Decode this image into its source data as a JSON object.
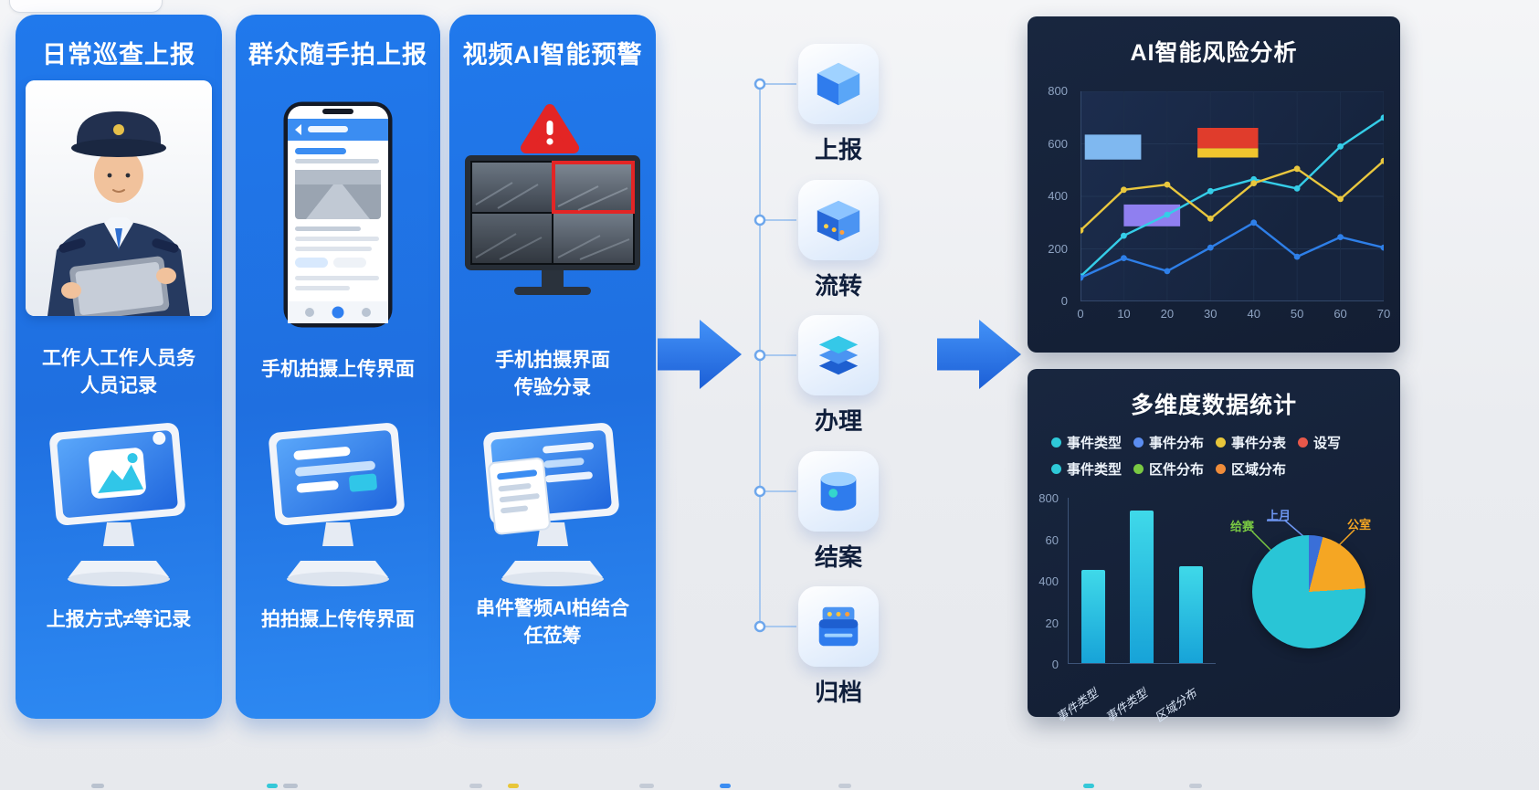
{
  "cards": [
    {
      "title": "日常巡查上报",
      "caption_mid": [
        "工作人工作人员务",
        "人员记录"
      ],
      "caption_bottom": [
        "上报方式≠等记录"
      ]
    },
    {
      "title": "群众随手拍上报",
      "caption_mid": [
        "手机拍摄上传界面"
      ],
      "caption_bottom": [
        "拍拍摄上传传界面"
      ]
    },
    {
      "title": "视频AI智能预警",
      "caption_mid": [
        "手机拍摄界面",
        "传验分录"
      ],
      "caption_bottom": [
        "串件警频AI柏结合",
        "任莅筹"
      ]
    }
  ],
  "flow_steps": [
    {
      "label": "上报",
      "icon": "cube-icon"
    },
    {
      "label": "流转",
      "icon": "package-icon"
    },
    {
      "label": "办理",
      "icon": "layers-icon"
    },
    {
      "label": "结案",
      "icon": "database-icon"
    },
    {
      "label": "归档",
      "icon": "archive-icon"
    }
  ],
  "risk_panel": {
    "title": "AI智能风险分析"
  },
  "stats_panel": {
    "title": "多维度数据统计",
    "legend_rows": [
      [
        {
          "label": "事件类型",
          "color": "#2ec9d8"
        },
        {
          "label": "事件分布",
          "color": "#5b8df0"
        },
        {
          "label": "事件分表",
          "color": "#e8c63a"
        },
        {
          "label": "设写",
          "color": "#e8584a"
        }
      ],
      [
        {
          "label": "事件类型",
          "color": "#2ec9d8"
        },
        {
          "label": "区件分布",
          "color": "#7ac943"
        },
        {
          "label": "区域分布",
          "color": "#f08c3a"
        }
      ]
    ]
  },
  "chart_data": [
    {
      "type": "line",
      "title": "AI智能风险分析",
      "x": [
        0,
        10,
        20,
        30,
        40,
        50,
        60,
        70
      ],
      "xticks": [
        0,
        10,
        20,
        30,
        40,
        50,
        60,
        70
      ],
      "yticks": [
        0,
        200,
        400,
        600,
        800
      ],
      "xlim": [
        0,
        70
      ],
      "ylim": [
        0,
        800
      ],
      "grid": true,
      "legend_position": "none",
      "series": [
        {
          "name": "series-cyan",
          "color": "#35cde8",
          "values": [
            95,
            250,
            330,
            420,
            465,
            430,
            590,
            700
          ]
        },
        {
          "name": "series-yellow",
          "color": "#e9c73e",
          "values": [
            270,
            425,
            445,
            315,
            450,
            505,
            390,
            535
          ]
        },
        {
          "name": "series-blue",
          "color": "#2e7fe8",
          "values": [
            90,
            165,
            115,
            205,
            300,
            170,
            245,
            205
          ]
        }
      ],
      "highlight_blocks": [
        {
          "color": "#7fb8f0",
          "x": 1,
          "y": 540,
          "w": 13,
          "h": 95
        },
        {
          "color": "#e03c2c",
          "x": 27,
          "y": 583,
          "w": 14,
          "h": 78
        },
        {
          "color": "#f0c52e",
          "x": 27,
          "y": 548,
          "w": 14,
          "h": 35
        },
        {
          "color": "#8f7ff0",
          "x": 10,
          "y": 286,
          "w": 13,
          "h": 83
        }
      ]
    },
    {
      "type": "bar",
      "categories": [
        "事件类型",
        "事件类型",
        "区域分布"
      ],
      "values": [
        450,
        740,
        470
      ],
      "ylim": [
        0,
        800
      ],
      "ytick_labels": [
        "800",
        "60",
        "400",
        "20",
        "0"
      ],
      "bar_colors": [
        "#3fd9e9",
        "#17a3d8"
      ]
    },
    {
      "type": "pie",
      "slices": [
        {
          "label": "上月",
          "value": 4,
          "color": "#3a6fd8",
          "label_color": "#6e97f2"
        },
        {
          "label": "公室",
          "value": 20,
          "color": "#f5a623",
          "label_color": "#f5a623"
        },
        {
          "label": "给赛",
          "value": 76,
          "color": "#29c5d6",
          "label_color": "#7ac943"
        }
      ]
    }
  ]
}
